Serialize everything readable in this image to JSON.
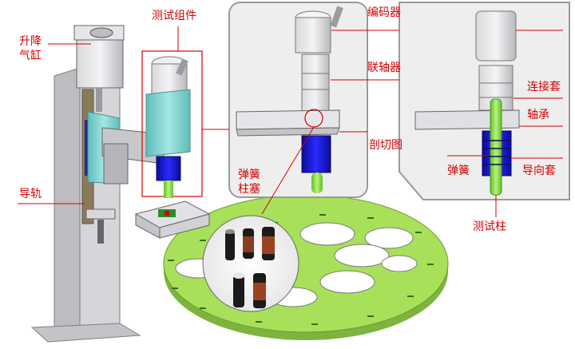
{
  "labels": {
    "lift_cylinder": "升降",
    "lift_cylinder_2": "气缸",
    "test_assembly": "测试组件",
    "guide_rail": "导轨",
    "spring_plunger": "弹簧",
    "spring_plunger_2": "柱塞",
    "encoder": "编码器",
    "coupling": "联轴器",
    "section_view": "剖切图",
    "connector_sleeve": "连接套",
    "bearing": "轴承",
    "spring": "弹簧",
    "guide_sleeve": "导向套",
    "test_pin": "测试柱"
  },
  "colors": {
    "label": "#d40000",
    "turntable": "#a8e05a",
    "cyan_part": "#7fd3cf",
    "blue_part": "#1a1ad6",
    "frame_gray": "#c9c9cc",
    "panel_bg": "#ededed"
  }
}
